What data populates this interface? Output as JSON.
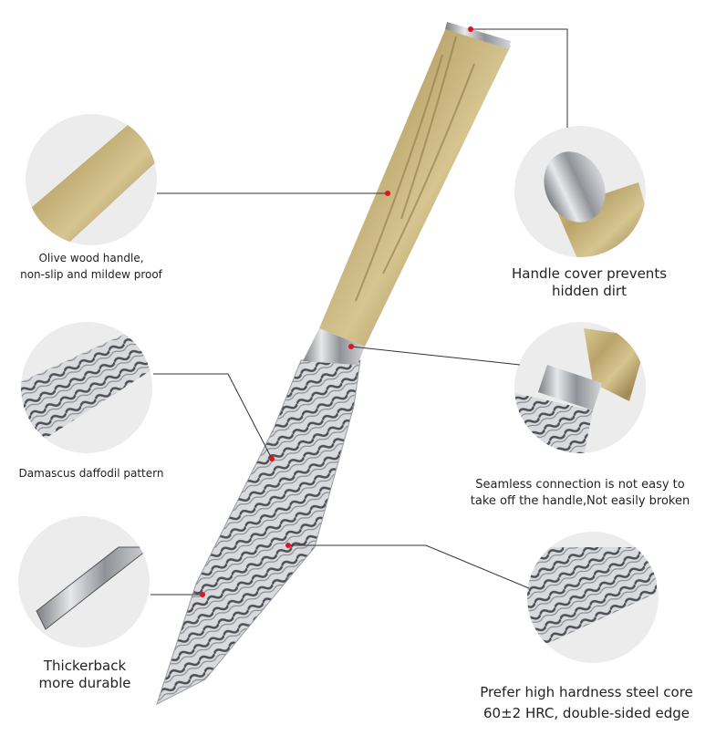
{
  "features": [
    {
      "id": "handle",
      "lines": [
        "Olive wood handle,",
        "non-slip and mildew proof"
      ]
    },
    {
      "id": "cover",
      "lines": [
        "Handle cover prevents",
        "hidden dirt"
      ]
    },
    {
      "id": "pattern",
      "lines": [
        "Damascus daffodil pattern"
      ]
    },
    {
      "id": "connection",
      "lines": [
        "Seamless connection is not easy to",
        "take off the handle,Not easily broken"
      ]
    },
    {
      "id": "spine",
      "lines": [
        "Thickerback",
        "more durable"
      ]
    },
    {
      "id": "core",
      "lines": [
        "Prefer high hardness steel core",
        "60±2 HRC, double-sided edge"
      ]
    }
  ],
  "colors": {
    "marker": "#e0141e",
    "wood": "#c9b682",
    "steel": "#b9bcc0",
    "circle_bg": "#ececec"
  }
}
